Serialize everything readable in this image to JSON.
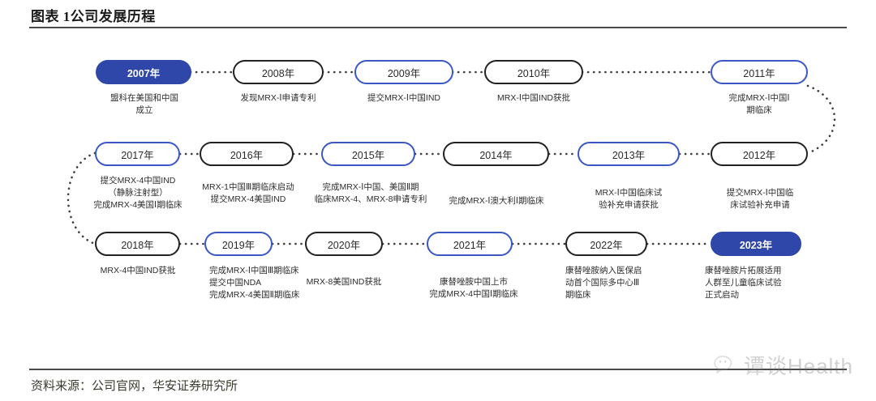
{
  "header": {
    "title": "图表 1公司发展历程"
  },
  "footer": {
    "source": "资料来源：公司官网，华安证券研究所"
  },
  "watermark": {
    "icon": "wechat-icon",
    "text": "谭谈Health"
  },
  "colors": {
    "accent_blue": "#2f47a8",
    "outline_blue": "#3a57c4",
    "outline_dark": "#22211f",
    "rule": "#4a4a4a",
    "text": "#2e2e2e"
  },
  "timeline": {
    "rows": [
      {
        "direction": "left-to-right",
        "nodes": [
          {
            "year": "2007年",
            "style": "filled",
            "caption": "盟科在美国和中国\n成立"
          },
          {
            "year": "2008年",
            "style": "dark-outline",
            "caption": "发现MRX-Ⅰ申请专利"
          },
          {
            "year": "2009年",
            "style": "blue-outline",
            "caption": "提交MRX-Ⅰ中国IND"
          },
          {
            "year": "2010年",
            "style": "dark-outline",
            "caption": "MRX-Ⅰ中国IND获批"
          },
          {
            "year": "2011年",
            "style": "blue-outline",
            "caption": "完成MRX-Ⅰ中国Ⅰ\n期临床"
          }
        ]
      },
      {
        "direction": "right-to-left",
        "nodes": [
          {
            "year": "2017年",
            "style": "blue-outline",
            "caption": "提交MRX-4中国IND\n（静脉注射型）\n完成MRX-4美国Ⅰ期临床"
          },
          {
            "year": "2016年",
            "style": "dark-outline",
            "caption": "MRX-1中国Ⅲ期临床启动\n提交MRX-4美国IND"
          },
          {
            "year": "2015年",
            "style": "blue-outline",
            "caption": "完成MRX-Ⅰ中国、美国Ⅱ期\n临床MRX-4、MRX-8申请专利"
          },
          {
            "year": "2014年",
            "style": "dark-outline",
            "caption": "完成MRX-Ⅰ澳大利Ⅰ期临床"
          },
          {
            "year": "2013年",
            "style": "blue-outline",
            "caption": "MRX-Ⅰ中国临床试\n验补充申请获批"
          },
          {
            "year": "2012年",
            "style": "dark-outline",
            "caption": "提交MRX-Ⅰ中国临\n床试验补充申请"
          }
        ]
      },
      {
        "direction": "left-to-right",
        "nodes": [
          {
            "year": "2018年",
            "style": "dark-outline",
            "caption": "MRX-4中国IND获批"
          },
          {
            "year": "2019年",
            "style": "blue-outline",
            "caption": "完成MRX-Ⅰ中国Ⅲ期临床\n提交中国NDA\n完成MRX-4美国Ⅱ期临床"
          },
          {
            "year": "2020年",
            "style": "dark-outline",
            "caption": "MRX-8美国IND获批"
          },
          {
            "year": "2021年",
            "style": "blue-outline",
            "caption": "康替唑胺中国上市\n完成MRX-4中国Ⅰ期临床"
          },
          {
            "year": "2022年",
            "style": "dark-outline",
            "caption": "康替唑胺纳入医保启\n动首个国际多中心Ⅲ\n期临床"
          },
          {
            "year": "2023年",
            "style": "filled",
            "caption": "康替唑胺片拓展适用\n人群至儿童临床试验\n正式启动"
          }
        ]
      }
    ]
  }
}
